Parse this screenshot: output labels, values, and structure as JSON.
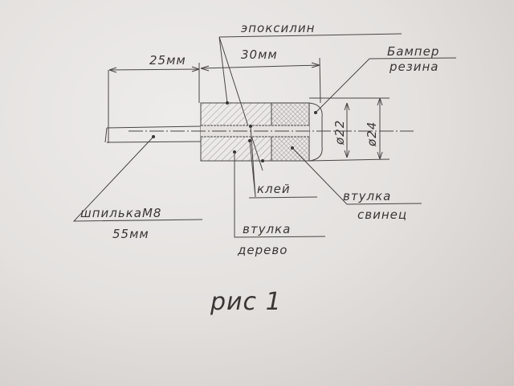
{
  "labels": {
    "epoxy": "эпоксилин",
    "dim_25": "25мм",
    "dim_30": "30мм",
    "bumper_line1": "Бампер",
    "bumper_line2": "резина",
    "dia_22": "ø22",
    "dia_24": "ø24",
    "glue": "клей",
    "lead_sleeve_line1": "втулка",
    "lead_sleeve_line2": "свинец",
    "stud_line1": "шпилькаМ8",
    "stud_line2": "55мм",
    "wood_sleeve_line1": "втулка",
    "wood_sleeve_line2": "дерево",
    "caption": "рис 1"
  },
  "colors": {
    "ink": "#4a4545",
    "paper": "#e4e1df"
  }
}
